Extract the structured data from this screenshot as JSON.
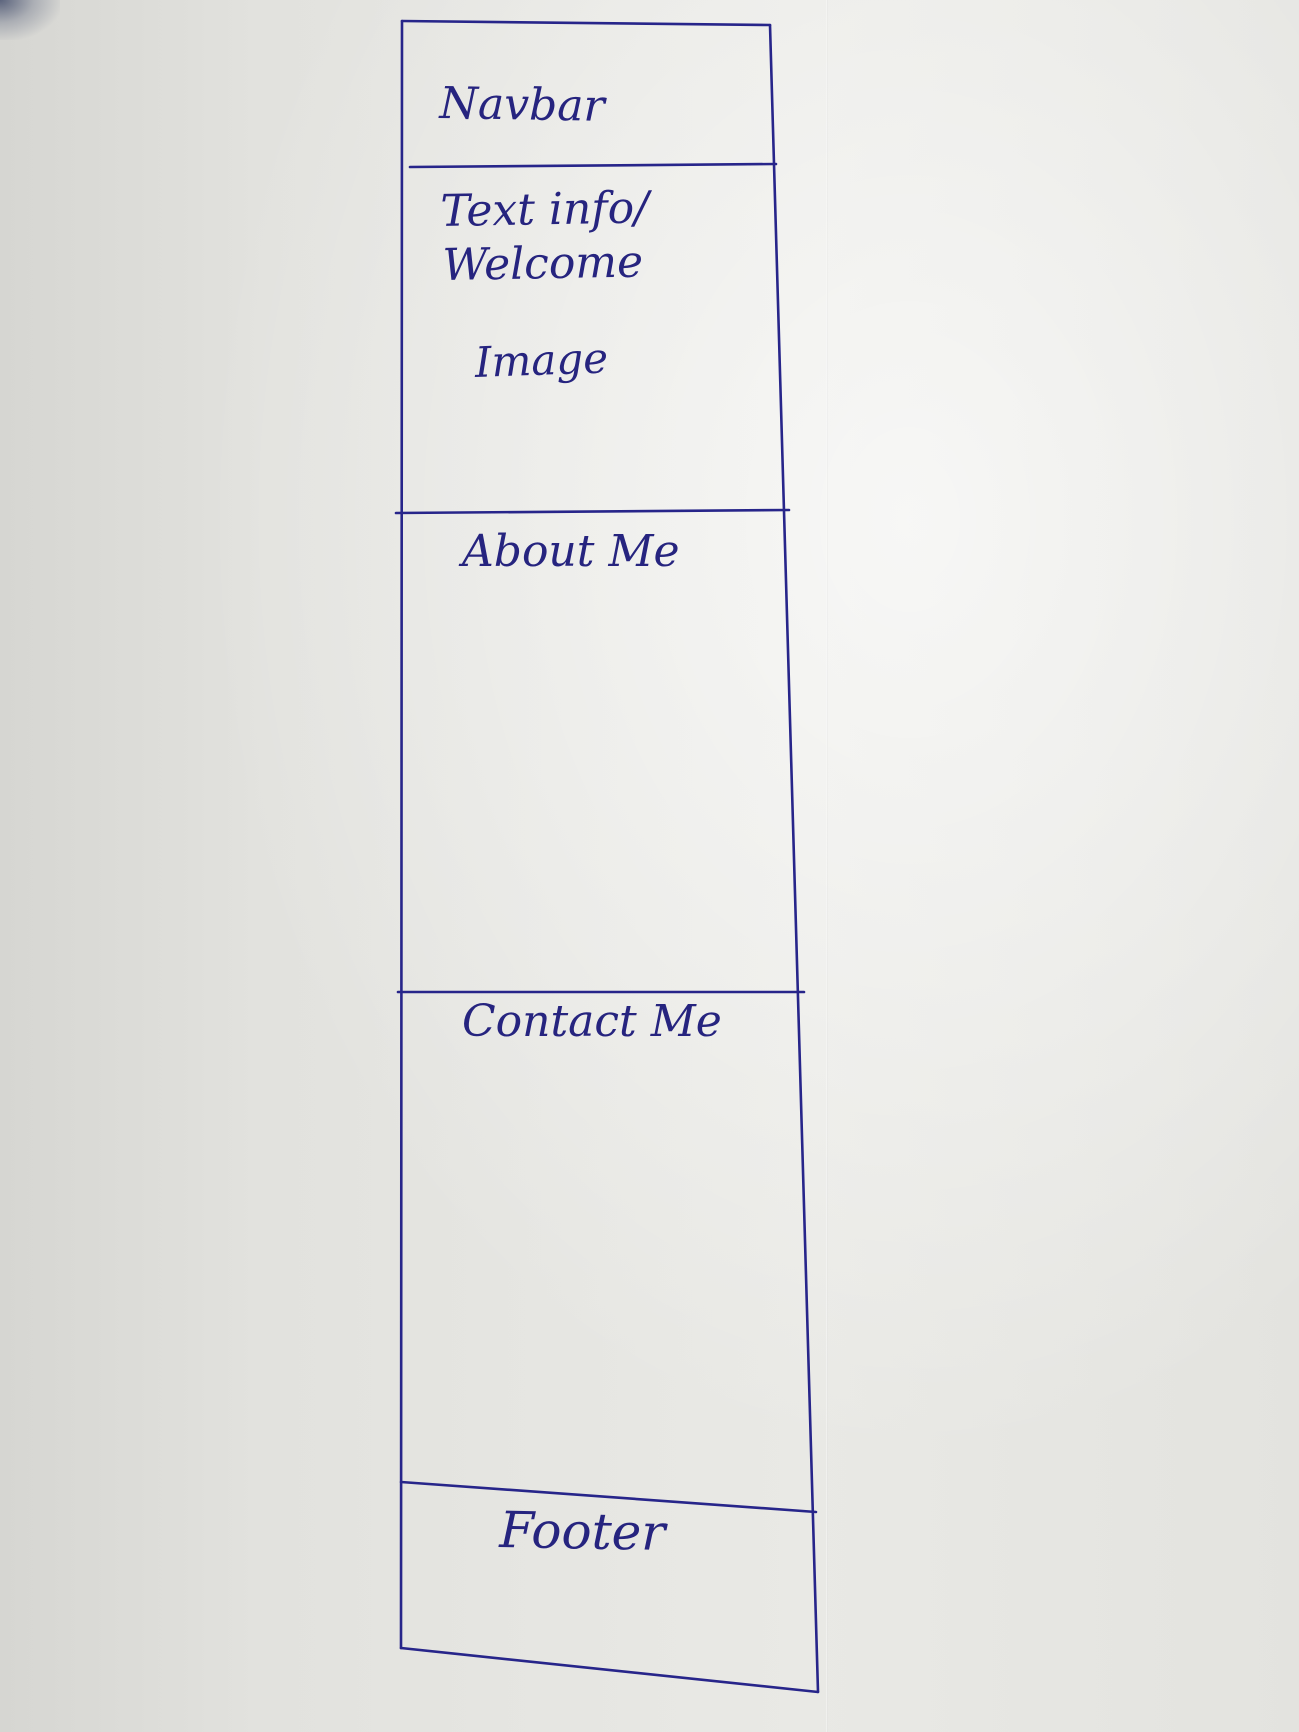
{
  "wireframe": {
    "sections": [
      {
        "id": "navbar",
        "lines": [
          "Navbar"
        ]
      },
      {
        "id": "hero",
        "lines": [
          "Text info/",
          "Welcome",
          "Image"
        ]
      },
      {
        "id": "about",
        "lines": [
          "About Me"
        ]
      },
      {
        "id": "contact",
        "lines": [
          "Contact Me"
        ]
      },
      {
        "id": "footer",
        "lines": [
          "Footer"
        ]
      }
    ]
  },
  "colors": {
    "ink": "#27258a",
    "paper": "#e6e6e2"
  }
}
